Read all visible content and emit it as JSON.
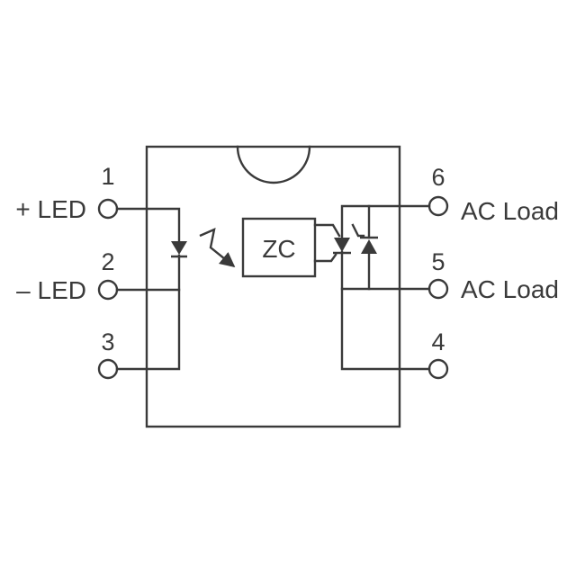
{
  "diagram": {
    "pins": [
      {
        "number": "1",
        "name": "+ LED"
      },
      {
        "number": "2",
        "name": "– LED"
      },
      {
        "number": "3",
        "name": ""
      },
      {
        "number": "4",
        "name": ""
      },
      {
        "number": "5",
        "name": "AC Load"
      },
      {
        "number": "6",
        "name": "AC Load"
      }
    ],
    "zero_cross_block": "ZC",
    "colors": {
      "stroke": "#3a3a3a",
      "text": "#3a3a3a",
      "background": "#ffffff"
    }
  }
}
